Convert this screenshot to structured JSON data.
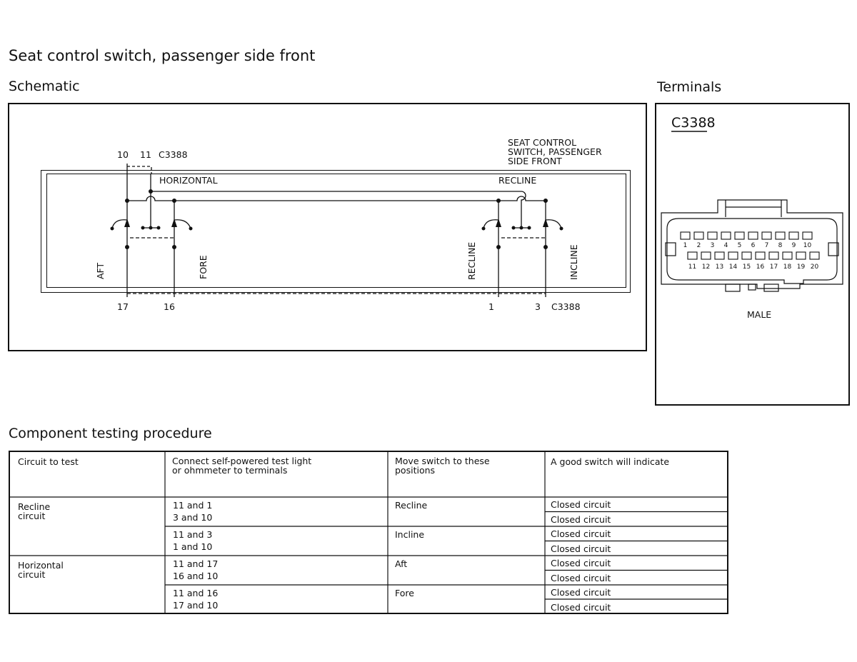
{
  "page_title": "Seat control switch, passenger side front",
  "schematic": {
    "title": "Schematic",
    "component_label": [
      "SEAT CONTROL",
      "SWITCH, PASSENGER",
      "SIDE FRONT"
    ],
    "connector_top": "C3388",
    "connector_bottom": "C3388",
    "pins_top": [
      "10",
      "11"
    ],
    "pins_bottom": [
      "17",
      "16",
      "1",
      "3"
    ],
    "section_labels": {
      "horizontal": "HORIZONTAL",
      "recline": "RECLINE"
    },
    "switch_labels": {
      "aft": "AFT",
      "fore": "FORE",
      "recline": "RECLINE",
      "incline": "INCLINE"
    }
  },
  "terminals": {
    "title": "Terminals",
    "connector": "C3388",
    "row1": [
      "1",
      "2",
      "3",
      "4",
      "5",
      "6",
      "7",
      "8",
      "9",
      "10"
    ],
    "row2": [
      "11",
      "12",
      "13",
      "14",
      "15",
      "16",
      "17",
      "18",
      "19",
      "20"
    ],
    "gender": "MALE"
  },
  "procedure": {
    "title": "Component testing procedure",
    "headers": [
      "Circuit to test",
      "Connect self-powered test light\nor ohmmeter to terminals",
      "Move switch to these\npositions",
      "A good switch will indicate"
    ],
    "circuits": [
      {
        "name": "Recline\ncircuit",
        "tests": [
          {
            "terminals": [
              "11 and 1",
              "3 and 10"
            ],
            "position": "Recline",
            "results": [
              "Closed circuit",
              "Closed circuit"
            ]
          },
          {
            "terminals": [
              "11 and 3",
              "1 and 10"
            ],
            "position": "Incline",
            "results": [
              "Closed circuit",
              "Closed circuit"
            ]
          }
        ]
      },
      {
        "name": "Horizontal\ncircuit",
        "tests": [
          {
            "terminals": [
              "11 and 17",
              "16 and 10"
            ],
            "position": "Aft",
            "results": [
              "Closed circuit",
              "Closed circuit"
            ]
          },
          {
            "terminals": [
              "11 and 16",
              "17 and 10"
            ],
            "position": "Fore",
            "results": [
              "Closed circuit",
              "Closed circuit"
            ]
          }
        ]
      }
    ]
  }
}
